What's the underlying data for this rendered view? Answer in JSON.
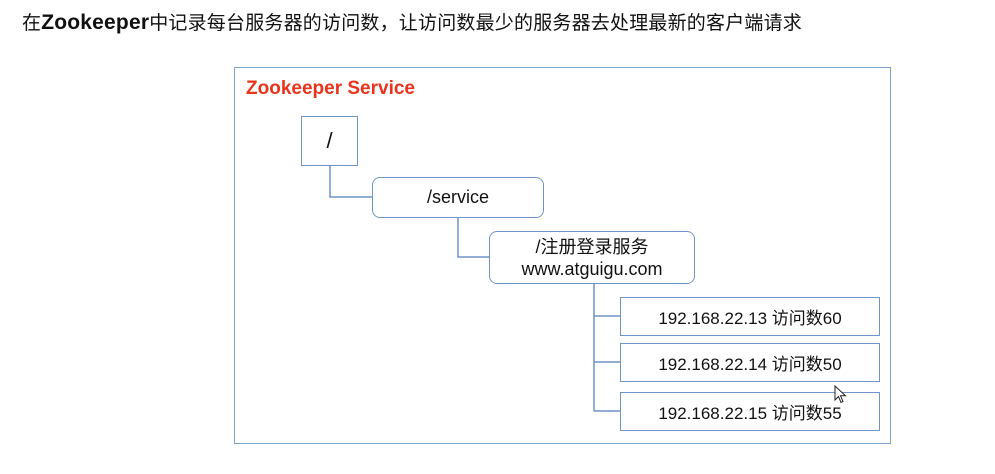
{
  "heading": {
    "prefix": "在",
    "brand": "Zookeeper",
    "suffix": "中记录每台服务器的访问数，让访问数最少的服务器去处理最新的客户端请求"
  },
  "diagram": {
    "service_title": "Zookeeper Service",
    "root": {
      "label": "/"
    },
    "service": {
      "label": "/service"
    },
    "register": {
      "line1": "/注册登录服务",
      "line2": "www.atguigu.com"
    },
    "servers": [
      {
        "label": "192.168.22.13  访问数60"
      },
      {
        "label": "192.168.22.14 访问数50"
      },
      {
        "label": "192.168.22.15 访问数55"
      }
    ]
  },
  "colors": {
    "title_red": "#e8341c",
    "border_blue": "#6f94c8",
    "frame_blue": "#7da3cf"
  }
}
